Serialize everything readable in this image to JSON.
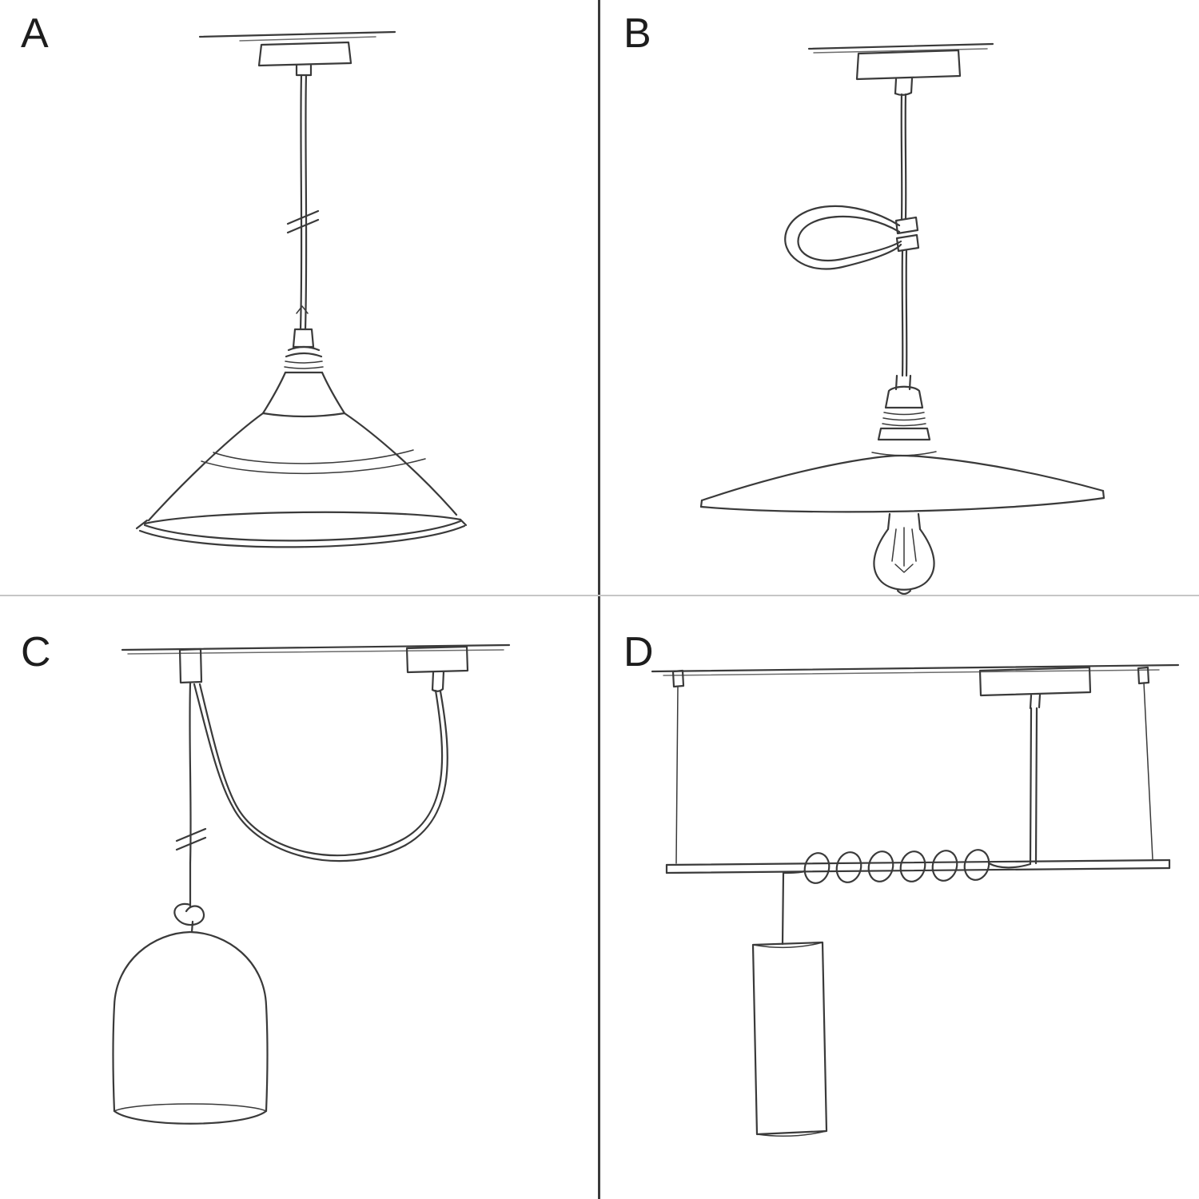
{
  "page": {
    "background": "#ffffff",
    "stroke_color": "#3a3a3a",
    "divider_vertical_color": "#3a3a3a",
    "divider_horizontal_color": "#c6c6c6"
  },
  "panels": [
    {
      "label": "A",
      "figure": "pendant-cable-with-industrial-bowl-shade-sketch"
    },
    {
      "label": "B",
      "figure": "pendant-cable-with-loop-clip-flat-shade-and-bulb-sketch"
    },
    {
      "label": "C",
      "figure": "swag-pendant-with-hook-knot-and-bell-shade-sketch"
    },
    {
      "label": "D",
      "figure": "suspended-bar-with-coiled-cable-and-tube-shade-sketch"
    }
  ]
}
